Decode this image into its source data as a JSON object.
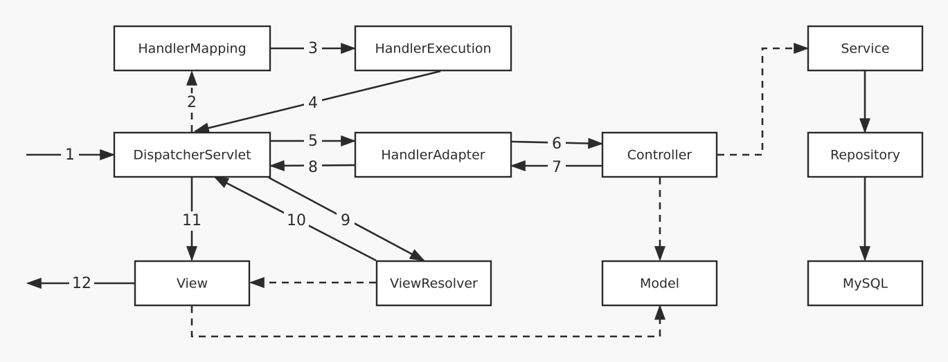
{
  "diagram": {
    "nodes": {
      "handler_mapping": "HandlerMapping",
      "handler_execution": "HandlerExecution",
      "dispatcher_servlet": "DispatcherServlet",
      "handler_adapter": "HandlerAdapter",
      "controller": "Controller",
      "view": "View",
      "view_resolver": "ViewResolver",
      "model": "Model",
      "service": "Service",
      "repository": "Repository",
      "mysql": "MySQL"
    },
    "edges": {
      "e1": "1",
      "e2": "2",
      "e3": "3",
      "e4": "4",
      "e5": "5",
      "e6": "6",
      "e7": "7",
      "e8": "8",
      "e9": "9",
      "e10": "10",
      "e11": "11",
      "e12": "12"
    }
  }
}
